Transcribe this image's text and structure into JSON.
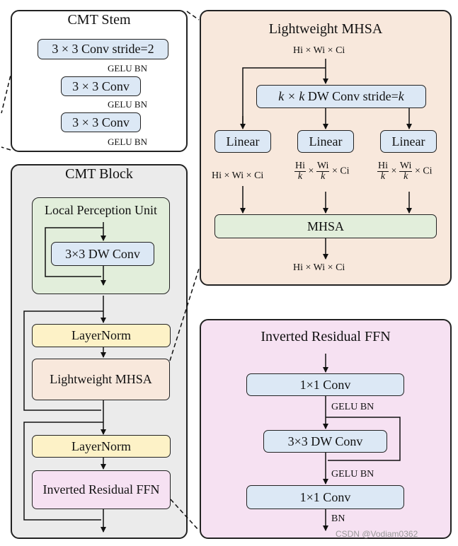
{
  "stem": {
    "title": "CMT Stem",
    "conv1": "3 × 3 Conv stride=2",
    "conv2": "3 × 3 Conv",
    "conv3": "3 × 3 Conv",
    "act1": "GELU BN",
    "act2": "GELU BN",
    "act3": "GELU BN"
  },
  "block": {
    "title": "CMT Block",
    "lpu_title": "Local Perception Unit",
    "dw_conv": "3×3 DW Conv",
    "layernorm1": "LayerNorm",
    "mhsa": "Lightweight MHSA",
    "layernorm2": "LayerNorm",
    "ffn": "Inverted Residual FFN"
  },
  "mhsa": {
    "title": "Lightweight MHSA",
    "input_dim": "Hi × Wi × Ci",
    "dw_prefix": "k × k",
    "dw_mid": " DW Conv stride=",
    "dw_k": "k",
    "linear1": "Linear",
    "linear2": "Linear",
    "linear3": "Linear",
    "q_dim": "Hi × Wi × Ci",
    "kv_h": "Hi",
    "kv_w": "Wi",
    "kv_k": "k",
    "kv_c": "× Ci",
    "attn": "MHSA",
    "output_dim": "Hi × Wi × Ci"
  },
  "ffn": {
    "title": "Inverted Residual FFN",
    "conv1": "1×1 Conv",
    "act1": "GELU BN",
    "dw_conv": "3×3 DW Conv",
    "act2": "GELU BN",
    "conv2": "1×1 Conv",
    "act3": "BN"
  },
  "watermark": "CSDN @Vodiam0362"
}
